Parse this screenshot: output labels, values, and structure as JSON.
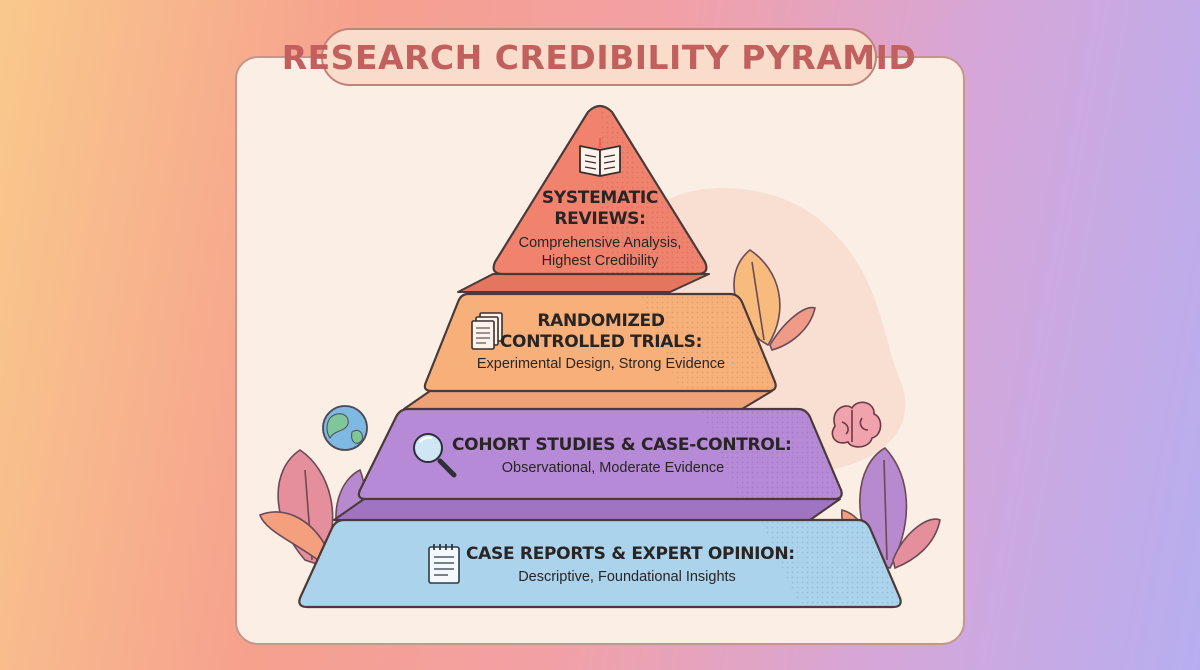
{
  "title": "RESEARCH CREDIBILITY PYRAMID",
  "levels": [
    {
      "heading_line1": "SYSTEMATIC",
      "heading_line2": "REVIEWS:",
      "desc_line1": "Comprehensive Analysis,",
      "desc_line2": "Highest Credibility",
      "icon": "open-book-icon",
      "color": "#f0826e"
    },
    {
      "heading_line1": "RANDOMIZED",
      "heading_line2": "CONTROLLED TRIALS:",
      "desc_line1": "Experimental Design, Strong Evidence",
      "icon": "documents-icon",
      "color": "#f7b07a"
    },
    {
      "heading_line1": "COHORT STUDIES & CASE-CONTROL:",
      "desc_line1": "Observational, Moderate Evidence",
      "icon": "magnifier-icon",
      "color": "#b68ad6"
    },
    {
      "heading_line1": "CASE REPORTS & EXPERT OPINION:",
      "desc_line1": "Descriptive, Foundational Insights",
      "icon": "notepad-icon",
      "color": "#abd3ec"
    }
  ],
  "decorations": [
    "globe-icon",
    "brain-icon",
    "leaf-icon"
  ]
}
